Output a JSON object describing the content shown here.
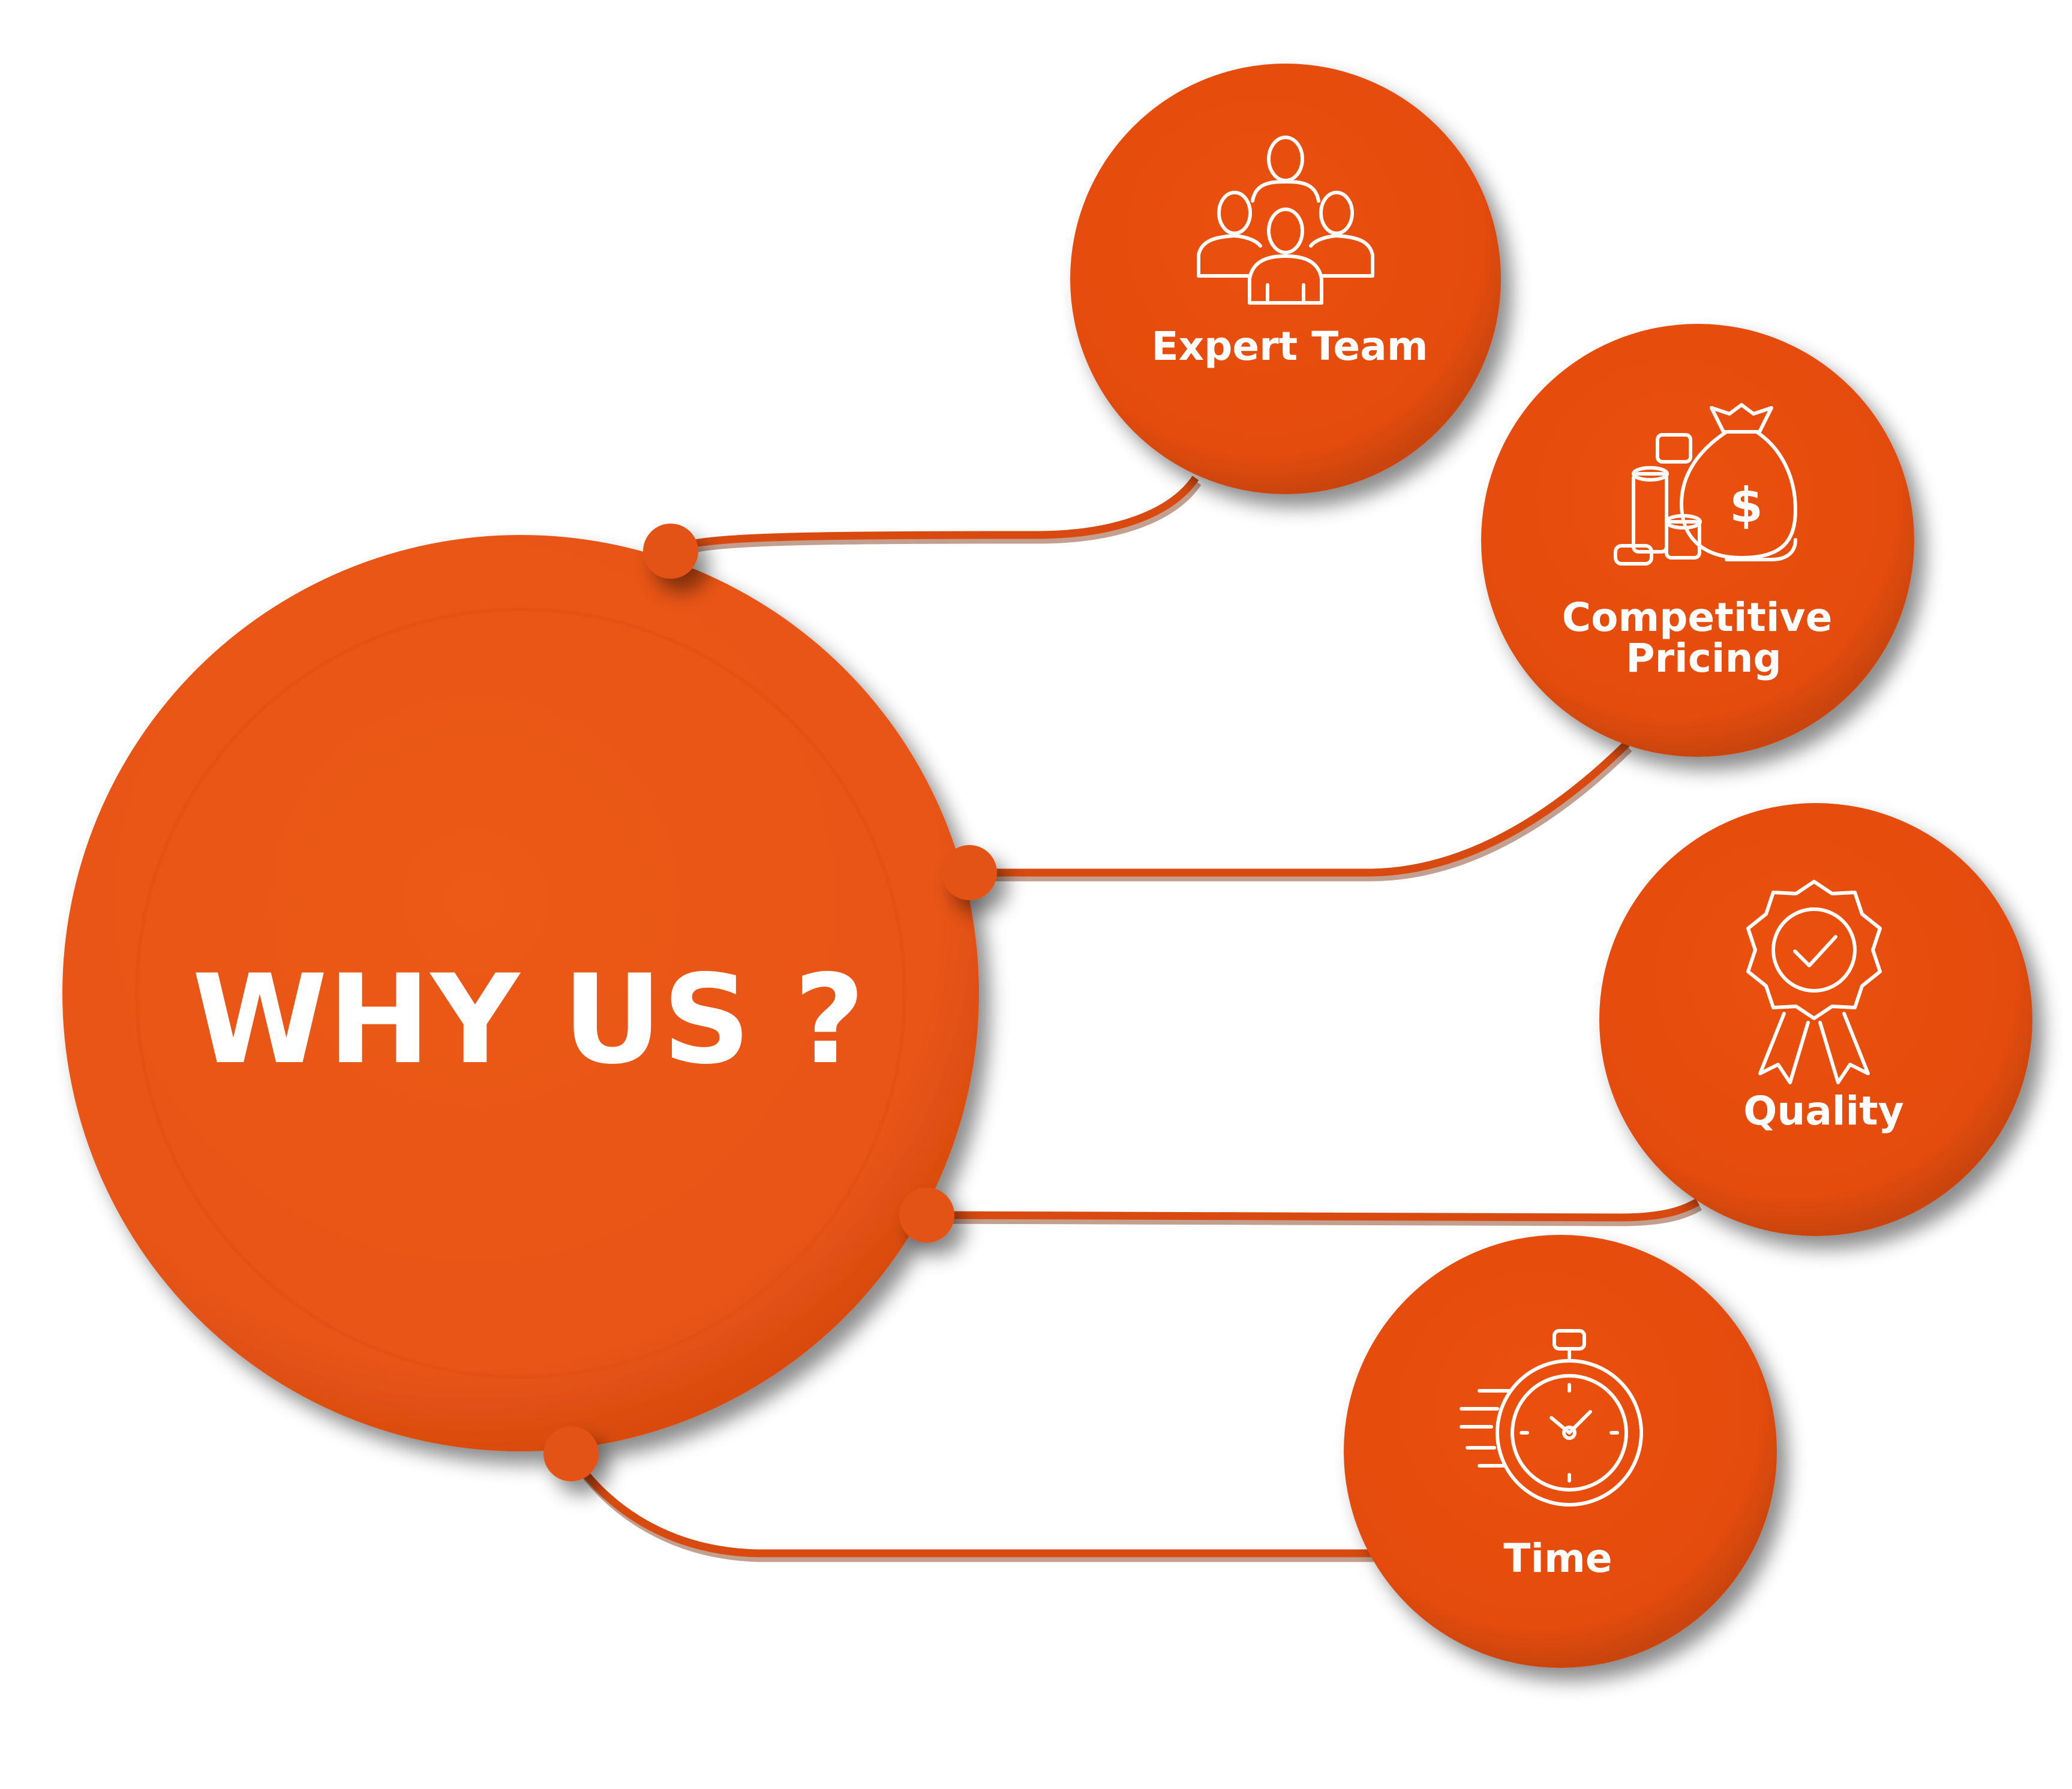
{
  "title": "WHY US ?",
  "items": [
    {
      "label_lines": [
        "Expert Team"
      ],
      "icon": "team-icon"
    },
    {
      "label_lines": [
        "Competitive",
        "Pricing"
      ],
      "icon": "money-bag-icon"
    },
    {
      "label_lines": [
        "Quality"
      ],
      "icon": "award-badge-icon"
    },
    {
      "label_lines": [
        "Time"
      ],
      "icon": "stopwatch-icon"
    }
  ],
  "colors": {
    "main": "#E8561A",
    "node": "#EB4F0A",
    "connector": "#D84A10",
    "text": "#FFFFFF"
  }
}
